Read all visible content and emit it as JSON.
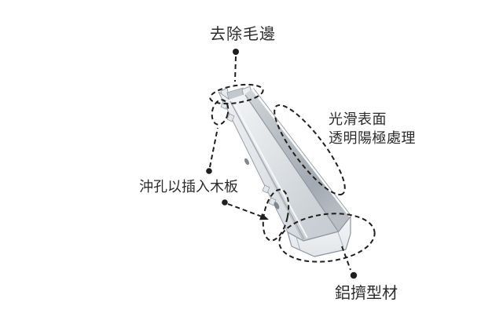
{
  "diagram": {
    "labels": {
      "deburr": "去除毛邊",
      "smooth_surface_line1": "光滑表面",
      "smooth_surface_line2": "透明陽極處理",
      "punch_hole": "沖孔以插入木板",
      "extrusion": "鋁擠型材"
    },
    "colors": {
      "background": "#ffffff",
      "annotation": "#1f1f1f",
      "text": "#2b2b2b",
      "metal_light": "#f3f5f6",
      "metal_mid": "#c7ccd1",
      "metal_dark": "#a3aab2"
    }
  }
}
